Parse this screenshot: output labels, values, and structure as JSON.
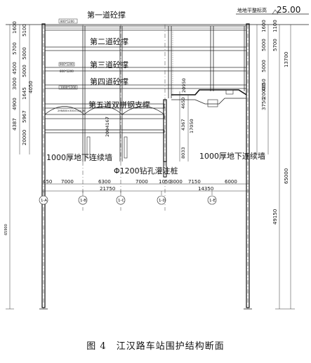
{
  "top_label": "地地平整标高",
  "top_value": "25.00",
  "struts": {
    "s1": "第一道砼撑",
    "s2": "第二道砼撑",
    "s3": "第三道砼撑",
    "s4": "第四道砼撑",
    "s5": "第五道双拼钢支撑"
  },
  "strut_sizes": {
    "s1": "800*1200",
    "s3": "900*1200",
    "s3b": "800*1200",
    "s4": "1000*1200",
    "s5": "2HN800×300×14×26"
  },
  "left_dims": [
    "1600",
    "5100",
    "5700",
    "5000",
    "4500",
    "5000",
    "3000",
    "1645",
    "4050",
    "4900",
    "4387",
    "5967",
    "20000"
  ],
  "left_long": "65900",
  "right_dims": [
    "1600",
    "1100",
    "5000",
    "5700",
    "5000",
    "4050",
    "3750",
    "20000"
  ],
  "right_sub": "13700",
  "right_long": "65000",
  "right_bottom": "49150",
  "mid_dims": [
    "20950",
    "4650",
    "4367",
    "17050",
    "8033",
    "2004167"
  ],
  "wall_left": "1000厚地下连续墙",
  "wall_right": "1000厚地下连续墙",
  "pile": "Φ1200钻孔灌注桩",
  "spans": [
    "450",
    "7000",
    "6300",
    "7000",
    "1050",
    "3000",
    "7150",
    "6000"
  ],
  "total_left": "21750",
  "total_right": "14350",
  "axes": [
    "1-A",
    "1-B",
    "1-C",
    "1-D",
    "1-E"
  ],
  "caption": "图 4　江汉路车站围护结构断面"
}
